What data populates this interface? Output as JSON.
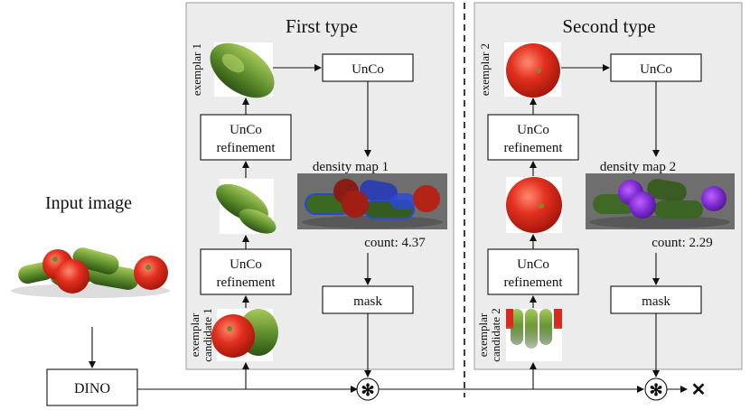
{
  "input": {
    "label": "Input image"
  },
  "dino": {
    "label": "DINO"
  },
  "panels": [
    {
      "title": "First type",
      "exemplar_label": "exemplar 1",
      "candidate_label_line1": "exemplar",
      "candidate_label_line2": "candidate 1",
      "unco_label": "UnCo",
      "refine_line1": "UnCo",
      "refine_line2": "refinement",
      "density_label": "density map 1",
      "count_label": "count: 4.37",
      "mask_label": "mask"
    },
    {
      "title": "Second type",
      "exemplar_label": "exemplar 2",
      "candidate_label_line1": "exemplar",
      "candidate_label_line2": "candidate 2",
      "unco_label": "UnCo",
      "refine_line1": "UnCo",
      "refine_line2": "refinement",
      "density_label": "density map 2",
      "count_label": "count: 2.29",
      "mask_label": "mask"
    }
  ],
  "operators": {
    "multiply_symbol": "✻",
    "stop_symbol": "✕"
  },
  "colors": {
    "panel_bg": "#ececec",
    "panel_border": "#9a9a9a",
    "tomato": "#d8291c",
    "cucumber": "#5a8a2a",
    "density_bg": "#6e6e6e",
    "blue_highlight": "#2a48d8",
    "purple_highlight": "#8a2ad8"
  }
}
